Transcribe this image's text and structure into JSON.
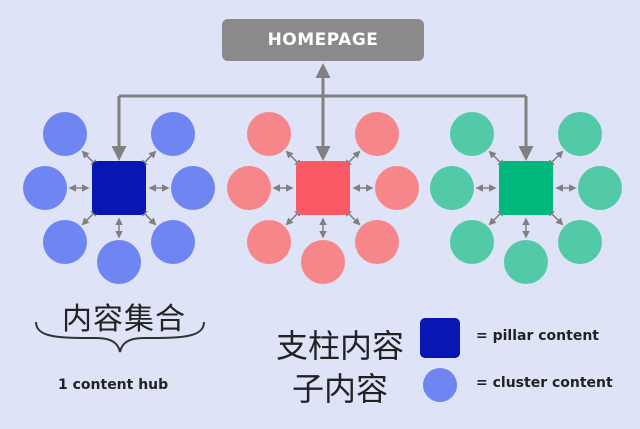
{
  "diagram": {
    "homepage_label": "HOMEPAGE",
    "hub_caption_cn": "内容集合",
    "hub_caption_en": "1 content hub",
    "legend": {
      "pillar_cn": "支柱内容",
      "cluster_cn": "子内容",
      "pillar_label": "= pillar content",
      "cluster_label": "= cluster content"
    },
    "hubs": [
      {
        "pillar_color": "#0816b4",
        "cluster_color": "#6f86f2",
        "cluster_count": 8
      },
      {
        "pillar_color": "#fa5a64",
        "cluster_color": "#f7868a",
        "cluster_count": 8
      },
      {
        "pillar_color": "#00b87c",
        "cluster_color": "#52caa8",
        "cluster_count": 8
      }
    ],
    "connector_color": "#808080"
  }
}
